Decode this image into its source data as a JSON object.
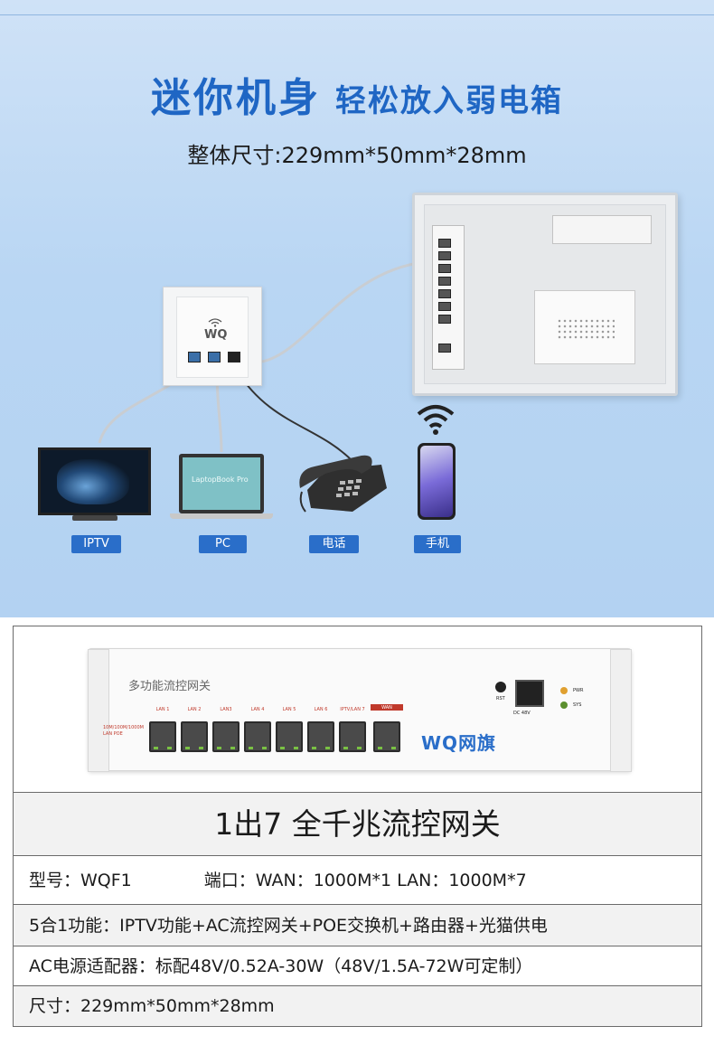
{
  "hero": {
    "headline_big": "迷你机身",
    "headline_small": "轻松放入弱电箱",
    "dimensions": "整体尺寸:229mm*50mm*28mm",
    "panel_logo": "WQ",
    "laptop_screen_text": "LaptopBook Pro",
    "tags": [
      "IPTV",
      "PC",
      "电话",
      "手机"
    ]
  },
  "product": {
    "panel_label": "多功能流控网关",
    "poe_label": "10M/100M/1000M LAN POE",
    "port_labels": [
      "LAN 1",
      "LAN 2",
      "LAN3",
      "LAN 4",
      "LAN 5",
      "LAN 6",
      "IPTV/LAN 7",
      "WAN"
    ],
    "rst_label": "RST",
    "dc_label": "DC 48V",
    "pwr_label": "PWR",
    "sys_label": "SYS",
    "brand": "WQ网旗"
  },
  "spec": {
    "title": "1出7  全千兆流控网关",
    "model": "型号：WQF1",
    "ports": "端口：WAN：1000M*1 LAN：1000M*7",
    "functions": "5合1功能：IPTV功能+AC流控网关+POE交换机+路由器+光猫供电",
    "adapter": "AC电源适配器：标配48V/0.52A-30W（48V/1.5A-72W可定制）",
    "size": "尺寸：229mm*50mm*28mm"
  },
  "colors": {
    "accent": "#1f66c4",
    "tag_bg": "#2a6ec9",
    "hero_bg": "#b9d6f3"
  }
}
